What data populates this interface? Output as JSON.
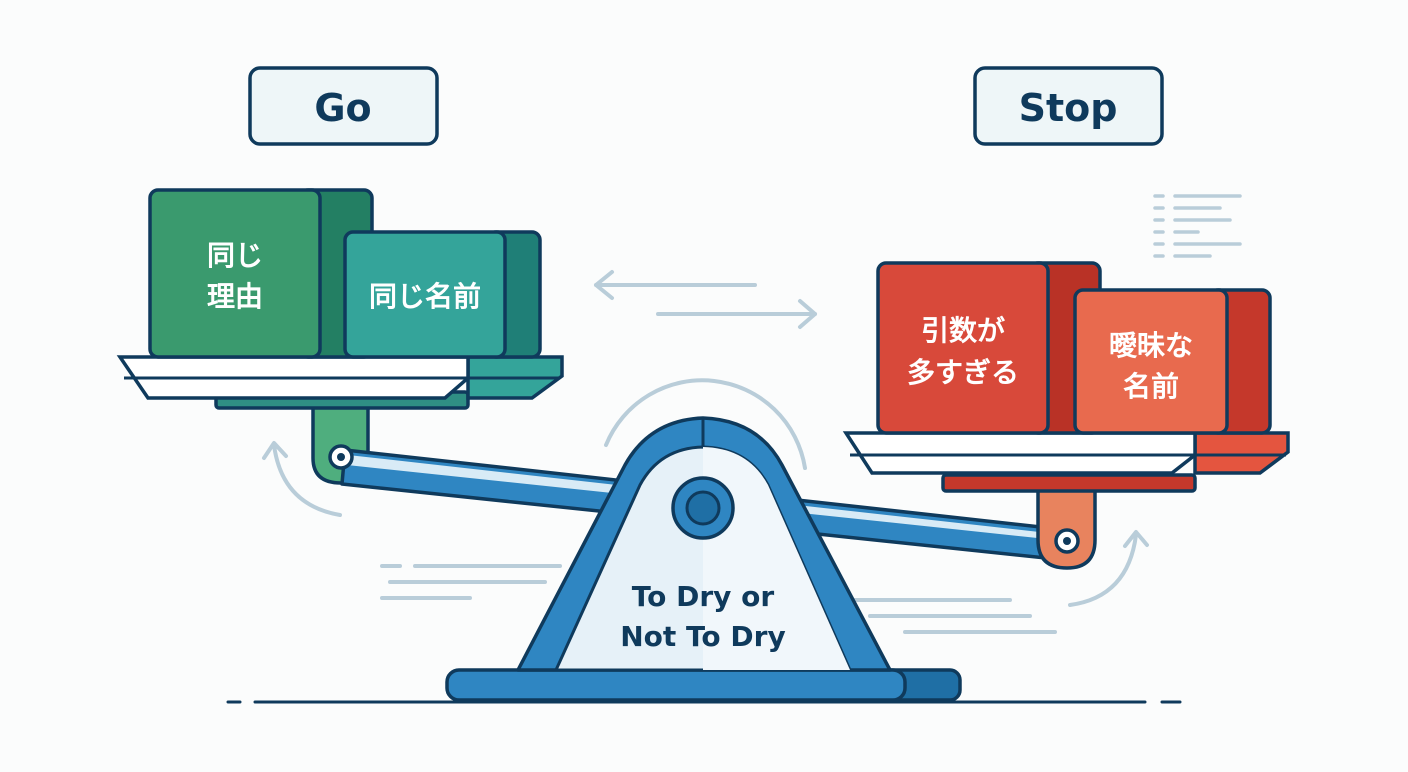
{
  "labels": {
    "go": "Go",
    "stop": "Stop"
  },
  "fulcrum": {
    "line1": "To Dry or",
    "line2": "Not To Dry"
  },
  "left_pan": {
    "box_large": {
      "line1": "同じ",
      "line2": "理由"
    },
    "box_small": {
      "line1": "同じ名前"
    }
  },
  "right_pan": {
    "box_large": {
      "line1": "引数が",
      "line2": "多すぎる"
    },
    "box_small": {
      "line1": "曖昧な",
      "line2": "名前"
    }
  },
  "colors": {
    "outline": "#0f3a5c",
    "go_green": "#3a9a6e",
    "go_teal": "#34a49a",
    "stop_red": "#d8493a",
    "stop_orange": "#e86a4e",
    "beam_blue": "#2f86c2",
    "label_bg": "#eef6f8",
    "accent_muted": "#b9cdd9"
  },
  "icons": [
    "double-arrow-icon",
    "curved-arrow-up-icon",
    "document-lines-icon",
    "motion-lines-icon"
  ]
}
